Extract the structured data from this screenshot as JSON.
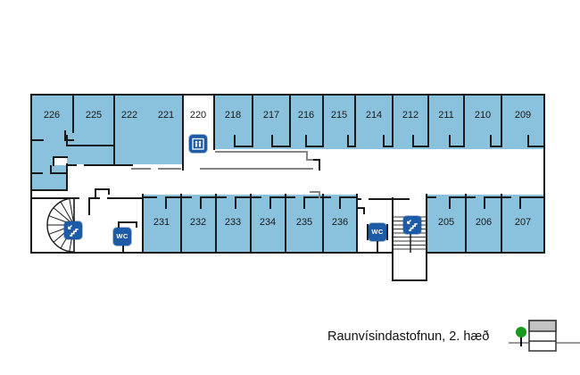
{
  "plan": {
    "building": "floor-plan",
    "rooms_top": [
      "226",
      "225",
      "222",
      "221",
      "220",
      "218",
      "217",
      "216",
      "215",
      "214",
      "212",
      "211",
      "210",
      "209"
    ],
    "rooms_bottom": [
      "231",
      "232",
      "233",
      "234",
      "235",
      "236",
      "205",
      "206",
      "207"
    ]
  },
  "icons": {
    "wc_label": "WC",
    "names": [
      "stairs-icon",
      "wc-icon",
      "elevator-icon",
      "tree-icon",
      "floor-indicator-icon"
    ]
  },
  "legend": {
    "caption": "Raunvísindastofnun, 2. hæð"
  },
  "colors": {
    "room_fill": "#8AC2DE",
    "icon_blue": "#1D5BA6",
    "wall": "#1A1A1A",
    "gray_wall": "#848484",
    "legend_floor_fill": "#C3C3C3",
    "tree_green": "#18991D"
  }
}
